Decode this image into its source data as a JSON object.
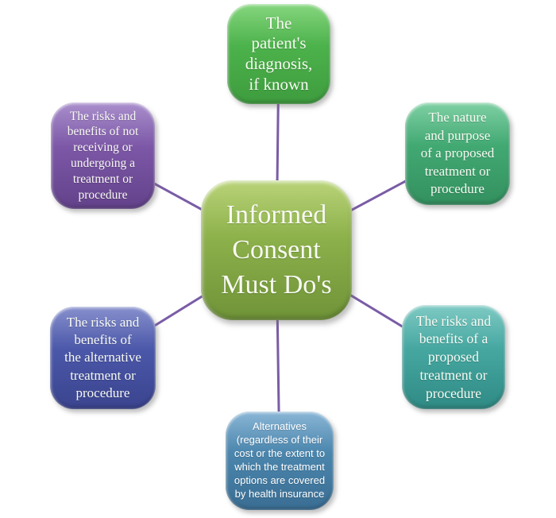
{
  "diagram": {
    "title": "Informed Consent Must Do's",
    "background_color": "#ffffff",
    "connector_color": "#7a5ca6",
    "center_node": {
      "id": "informed-consent-must-dos",
      "label": "Informed\nConsent\nMust Do's",
      "color": "#8cb04a"
    },
    "nodes": [
      {
        "id": "patient-diagnosis",
        "position": "top",
        "label": "The\npatient's\ndiagnosis,\nif known",
        "color": "#4cb24b"
      },
      {
        "id": "nature-and-purpose",
        "position": "top-right",
        "label": "The nature\nand purpose\nof a proposed\ntreatment or\nprocedure",
        "color": "#42a973"
      },
      {
        "id": "risks-benefits-proposed",
        "position": "bottom-right",
        "label": "The risks and\nbenefits of a\nproposed\ntreatment or\nprocedure",
        "color": "#46a7a1"
      },
      {
        "id": "alternatives",
        "position": "bottom",
        "label": "Alternatives\n(regardless of their\ncost or the extent to\nwhich the treatment\noptions are covered\nby health insurance",
        "color": "#4b86ad"
      },
      {
        "id": "risks-benefits-alternative",
        "position": "bottom-left",
        "label": "The risks and\nbenefits of\nthe alternative\ntreatment or\nprocedure",
        "color": "#4b57a9"
      },
      {
        "id": "risks-benefits-not-receiving",
        "position": "top-left",
        "label": "The risks and\nbenefits of not\nreceiving or\nundergoing a\ntreatment or\nprocedure",
        "color": "#7c57a7"
      }
    ]
  }
}
